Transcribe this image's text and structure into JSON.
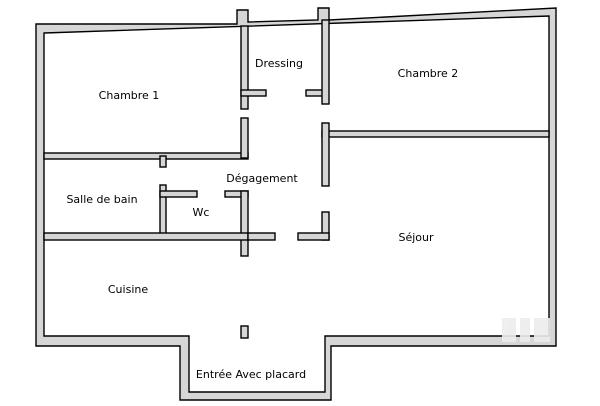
{
  "plan": {
    "rooms": {
      "chambre1": "Chambre 1",
      "dressing": "Dressing",
      "chambre2": "Chambre 2",
      "salle_de_bain": "Salle de bain",
      "wc": "Wc",
      "degagement": "Dégagement",
      "sejour": "Séjour",
      "cuisine": "Cuisine",
      "entree": "Entrée Avec placard"
    },
    "colors": {
      "wall_fill": "#d6d6d6",
      "wall_stroke": "#000000",
      "floor": "#ffffff"
    }
  }
}
